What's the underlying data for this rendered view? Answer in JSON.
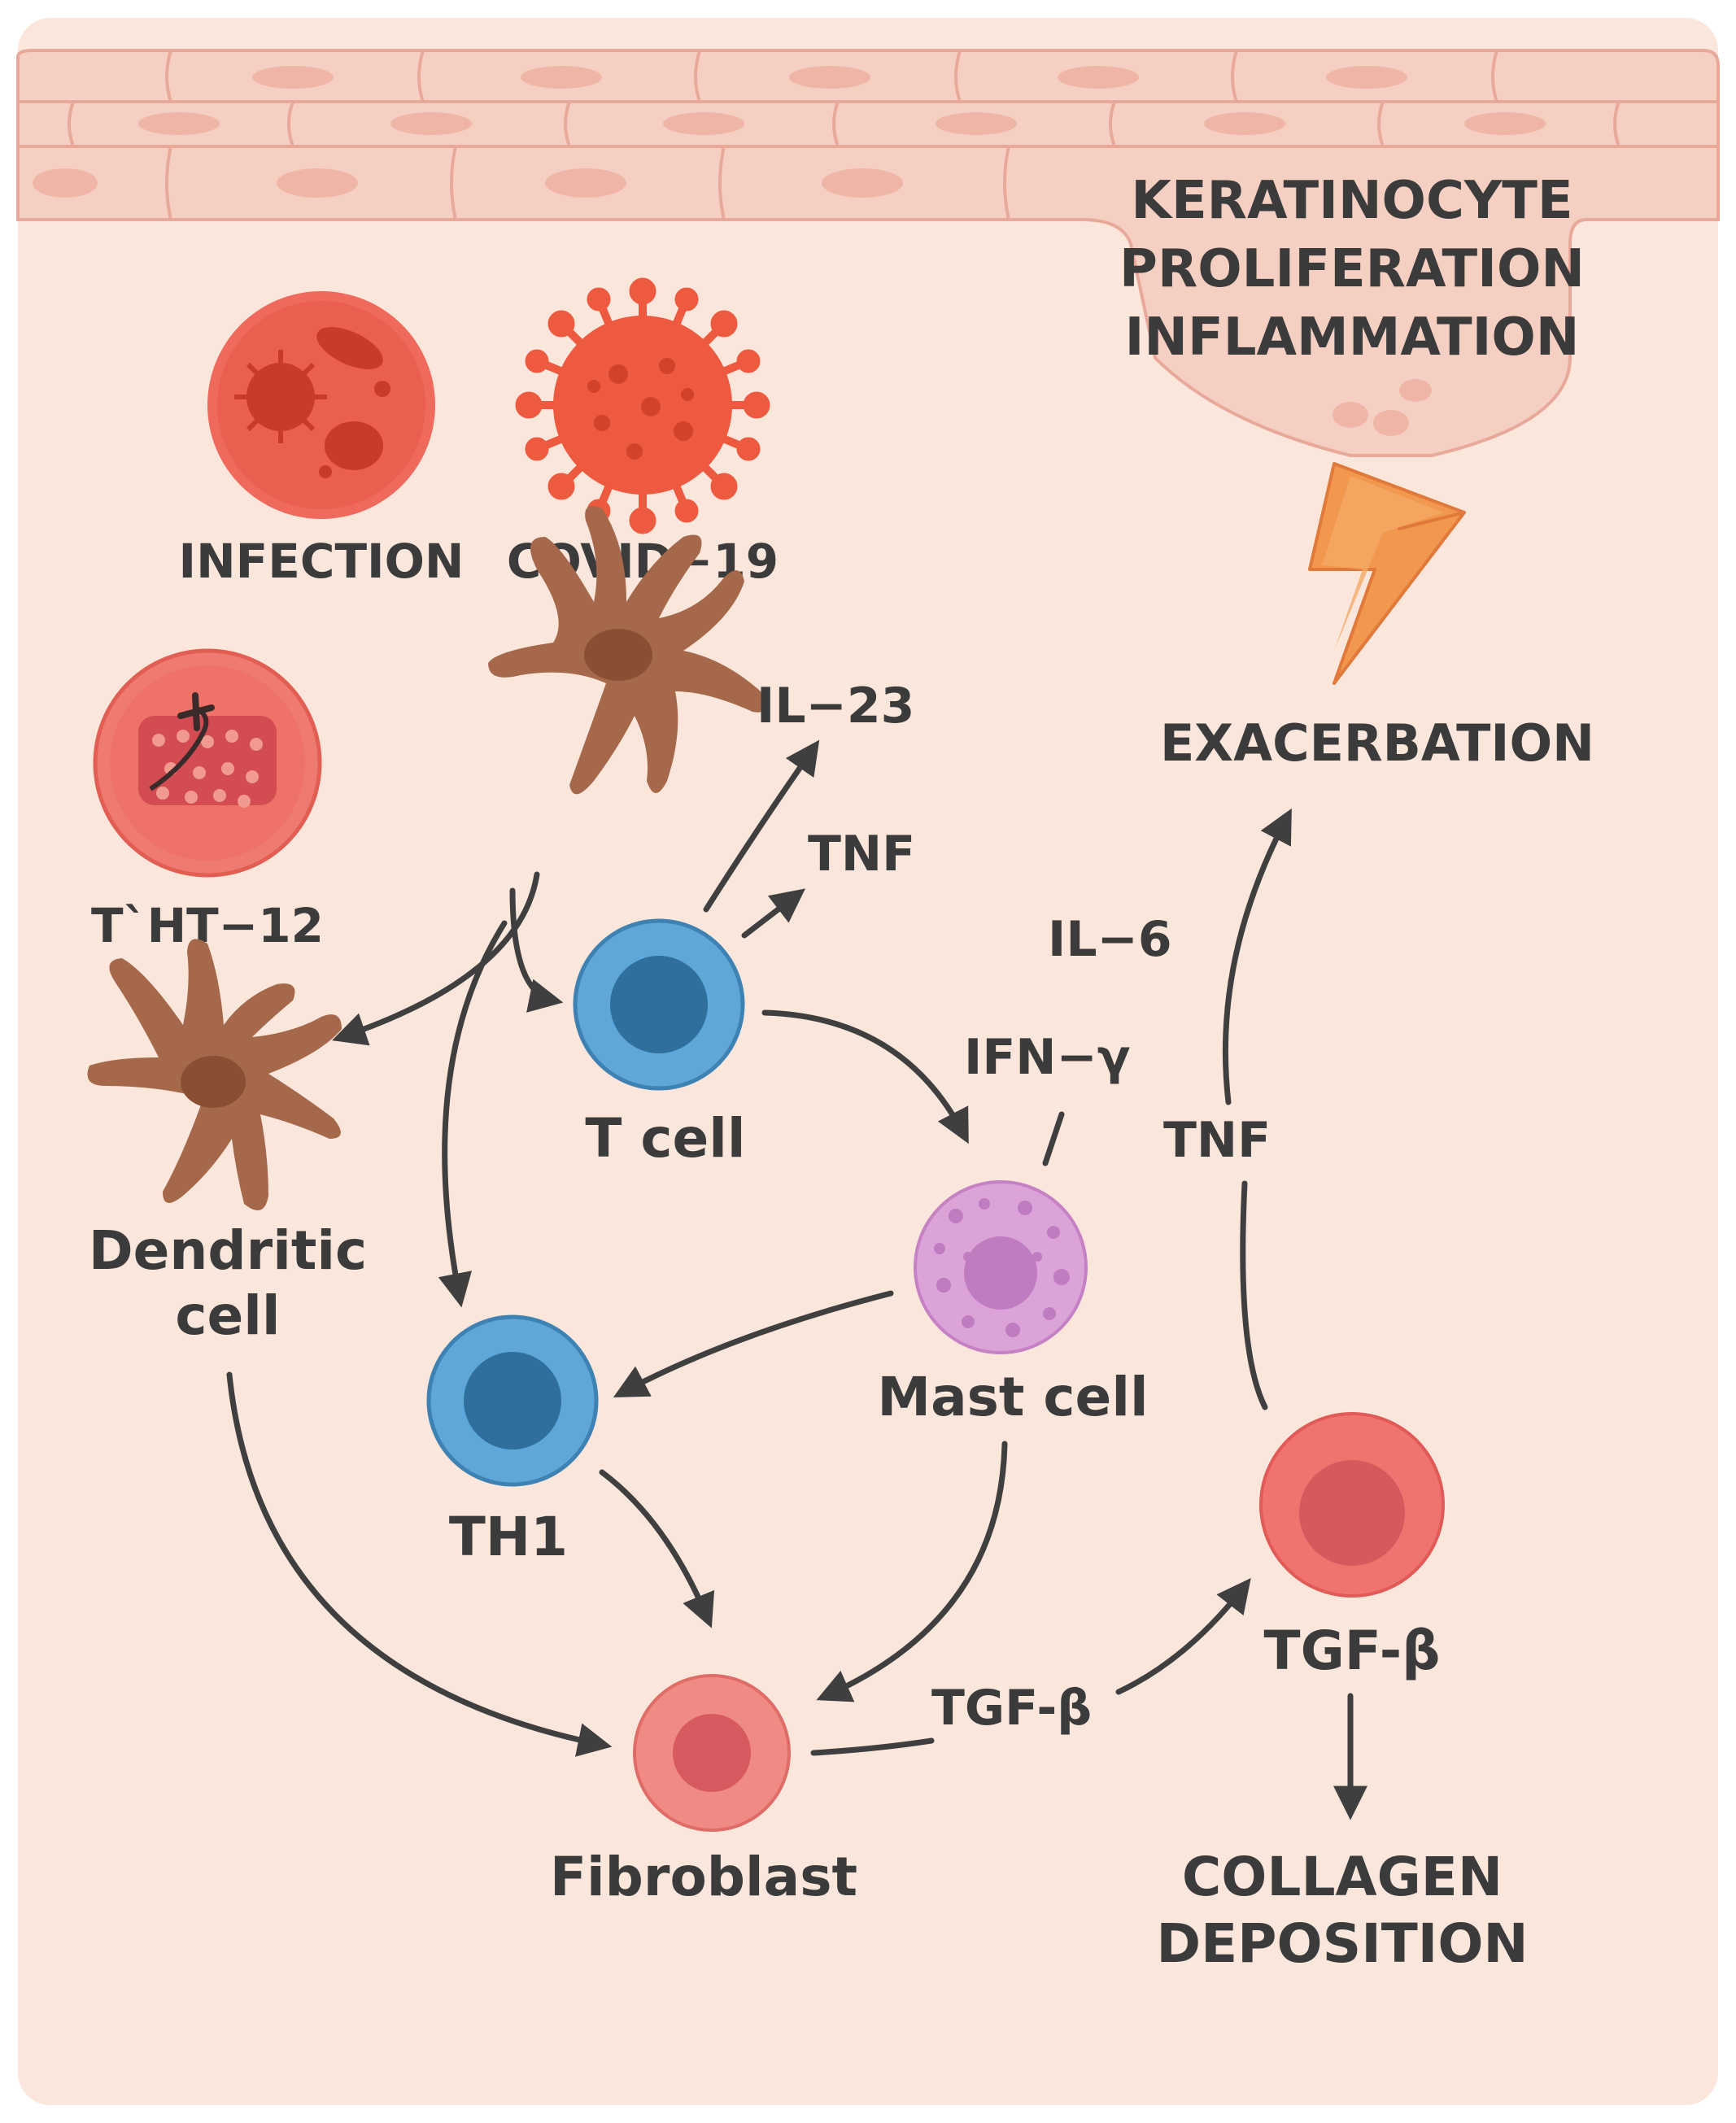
{
  "header": {
    "line1": "KERATINOCYTE",
    "line2": "PROLIFERATION",
    "line3": "INFLAMMATION"
  },
  "triggers": {
    "infection": "INFECTION",
    "covid": "COVID−19",
    "tht": "T`HT−12"
  },
  "cells": {
    "t_cell": "T cell",
    "dendritic_line1": "Dendritic",
    "dendritic_line2": "cell",
    "mast_cell": "Mast cell",
    "th1": "TH1",
    "fibroblast": "Fibroblast",
    "tgf_cell": "TGF-β"
  },
  "cytokines": {
    "il23": "IL−23",
    "tnf_upper": "TNF",
    "il6": "IL−6",
    "ifn": "IFN−γ",
    "tnf_right": "TNF",
    "tgf_mid": "TGF-β"
  },
  "outcomes": {
    "exacerbation": "EXACERBATION",
    "collagen_line1": "COLLAGEN",
    "collagen_line2": "DEPOSITION"
  },
  "colors": {
    "background": "#fbe6dc",
    "skin_layer": "#f6cfc3",
    "skin_outline": "#e8a99a",
    "dendritic": "#a5684a",
    "t_cell": "#5ea7d8",
    "mast_cell": "#dca3d8",
    "fibroblast": "#ef8a84",
    "virus": "#ee5a3f",
    "lightning": "#f1974e",
    "text": "#3b3b3b"
  }
}
